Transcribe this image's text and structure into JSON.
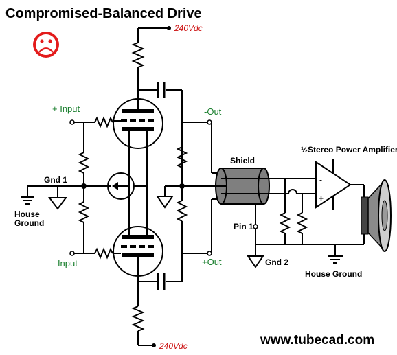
{
  "title": "Compromised-Balanced Drive",
  "mood_icon": "sad-face-icon",
  "colors": {
    "accent_red": "#cc1111",
    "signal_green": "#1a7f2e",
    "shield_gray": "#7f7f7f"
  },
  "labels": {
    "supply_top": "240Vdc",
    "supply_bottom": "240Vdc",
    "plus_input": "+ Input",
    "minus_input": "- Input",
    "minus_out": "-Out",
    "plus_out": "+Out",
    "gnd1": "Gnd 1",
    "house_ground_left_1": "House",
    "house_ground_left_2": "Ground",
    "shield": "Shield",
    "amp": "½Stereo Power Amplifier",
    "amp_minus": "-",
    "amp_plus": "+",
    "pin1": "Pin 1",
    "gnd2": "Gnd 2",
    "house_ground_right": "House Ground",
    "website": "www.tubecad.com"
  }
}
